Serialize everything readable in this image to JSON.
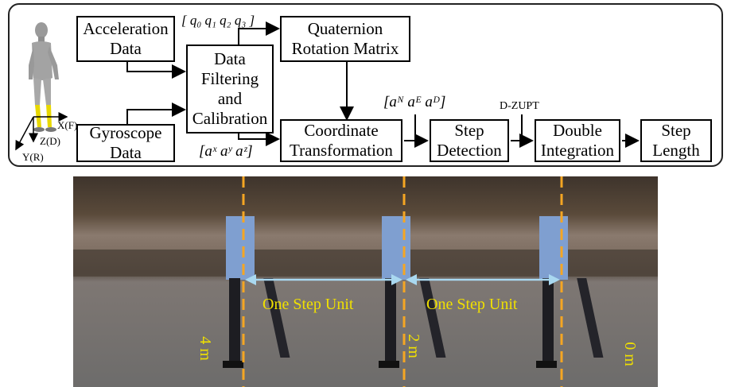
{
  "boxes": {
    "accel": [
      "Acceleration",
      "Data"
    ],
    "gyro": [
      "Gyroscope",
      "Data"
    ],
    "filter": [
      "Data",
      "Filtering",
      "and",
      "Calibration"
    ],
    "quat": [
      "Quaternion",
      "Rotation Matrix"
    ],
    "coord": [
      "Coordinate",
      "Transformation"
    ],
    "step_det": [
      "Step",
      "Detection"
    ],
    "double_int": [
      "Double",
      "Integration"
    ],
    "step_len": [
      "Step",
      "Length"
    ]
  },
  "labels": {
    "quat_vector": "[ q₀   q₁   q₂   q₃ ]",
    "body_accel": "[aˣ  aʸ  aᶻ]",
    "nav_accel": "[aᴺ  aᴱ  aᴰ]",
    "dzupt": "D-ZUPT"
  },
  "axes": {
    "x": "X(F)",
    "y": "Y(R)",
    "z": "Z(D)"
  },
  "photo": {
    "unit_left": "One Step Unit",
    "unit_right": "One Step Unit",
    "mark_left": "4 m",
    "mark_mid": "2 m",
    "mark_right": "0 m"
  },
  "colors": {
    "marker": "#f5a623",
    "arrow": "#a9d8f0",
    "text": "#f0e000",
    "leg_highlight": "#e8d800"
  }
}
